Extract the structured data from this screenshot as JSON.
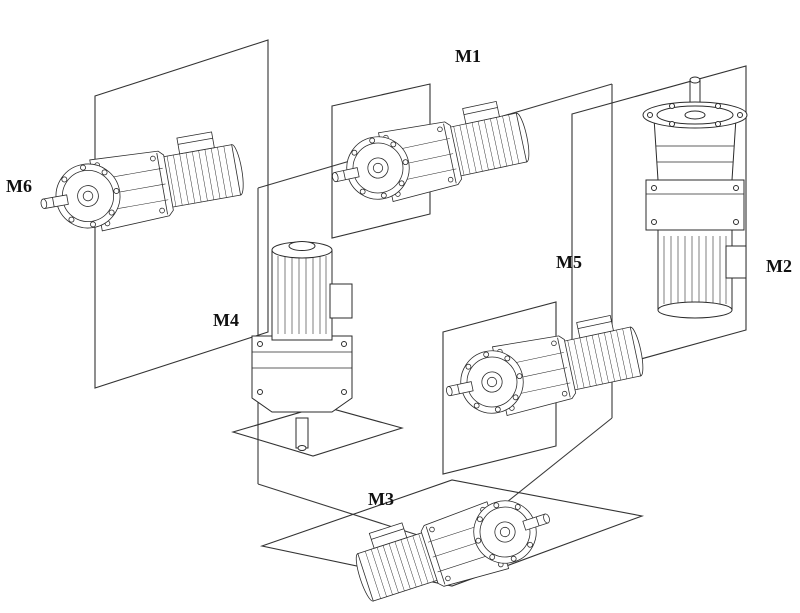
{
  "labels": {
    "m1": "M1",
    "m2": "M2",
    "m3": "M3",
    "m4": "M4",
    "m5": "M5",
    "m6": "M6"
  }
}
